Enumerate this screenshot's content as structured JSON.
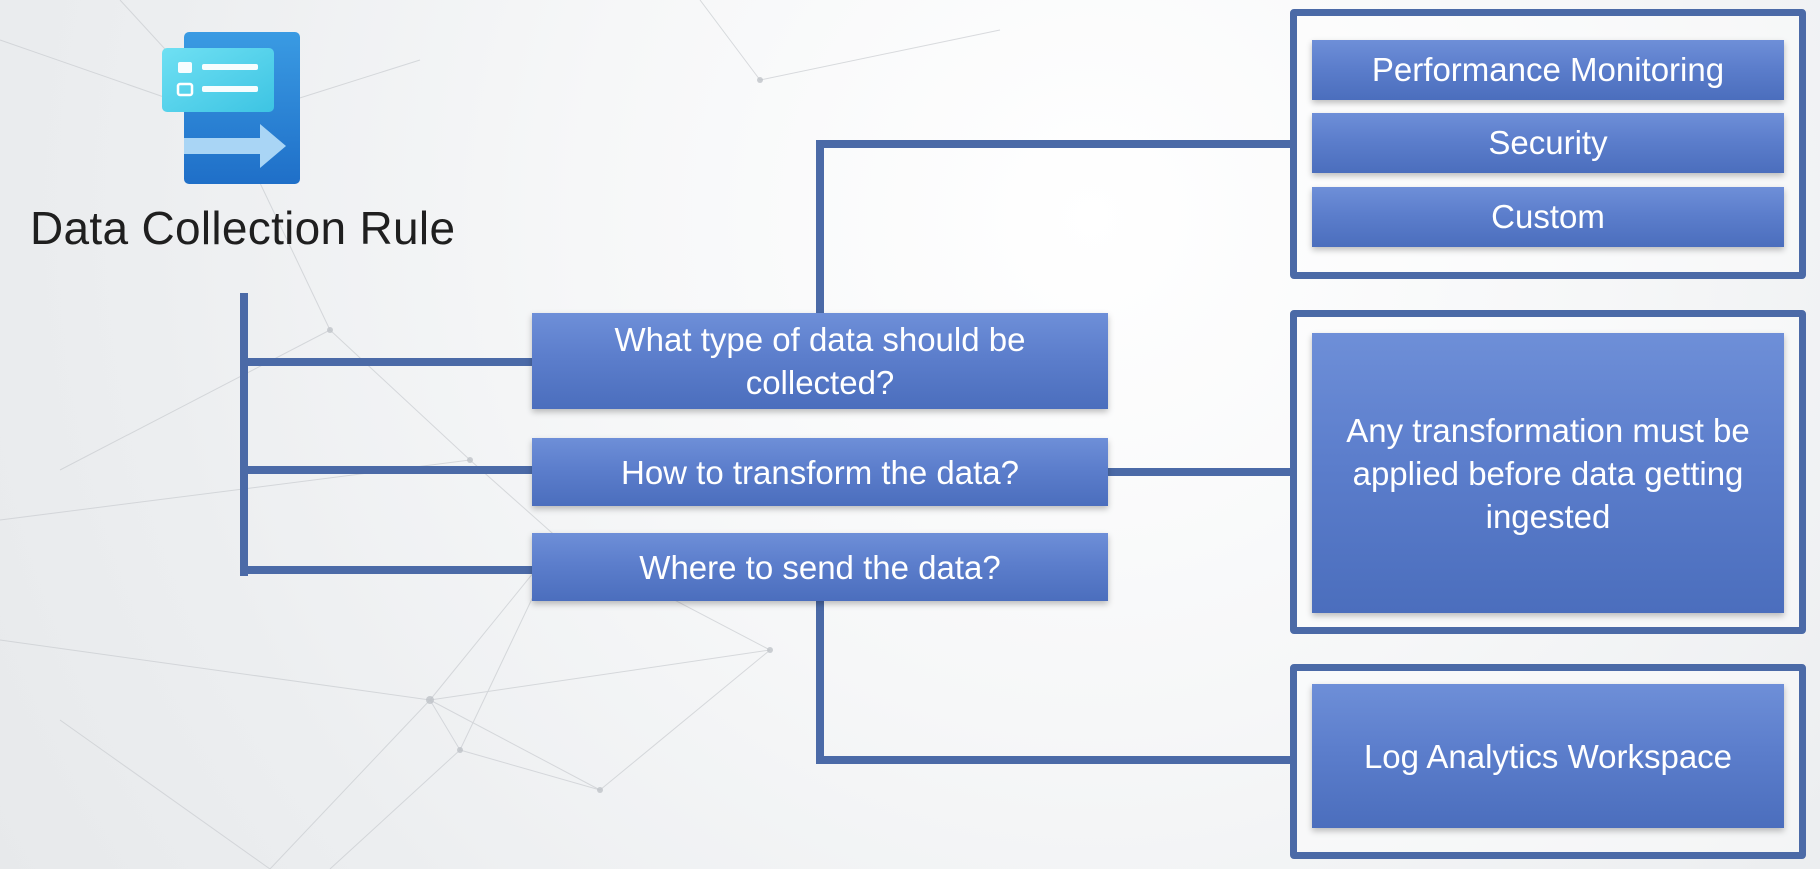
{
  "title": "Data Collection Rule",
  "icon": "data-collection-rule-icon",
  "questions": [
    {
      "label": "What type of data should be collected?"
    },
    {
      "label": "How to transform the data?"
    },
    {
      "label": "Where to send the data?"
    }
  ],
  "data_types": [
    {
      "label": "Performance Monitoring"
    },
    {
      "label": "Security"
    },
    {
      "label": "Custom"
    }
  ],
  "transformation_note": "Any transformation must be applied before data getting ingested",
  "destination": "Log Analytics Workspace",
  "colors": {
    "box_fill": "#5b7cc9",
    "connector": "#4b6aa7",
    "frame_border": "#4b6aa7",
    "title_text": "#1f1f1f"
  }
}
